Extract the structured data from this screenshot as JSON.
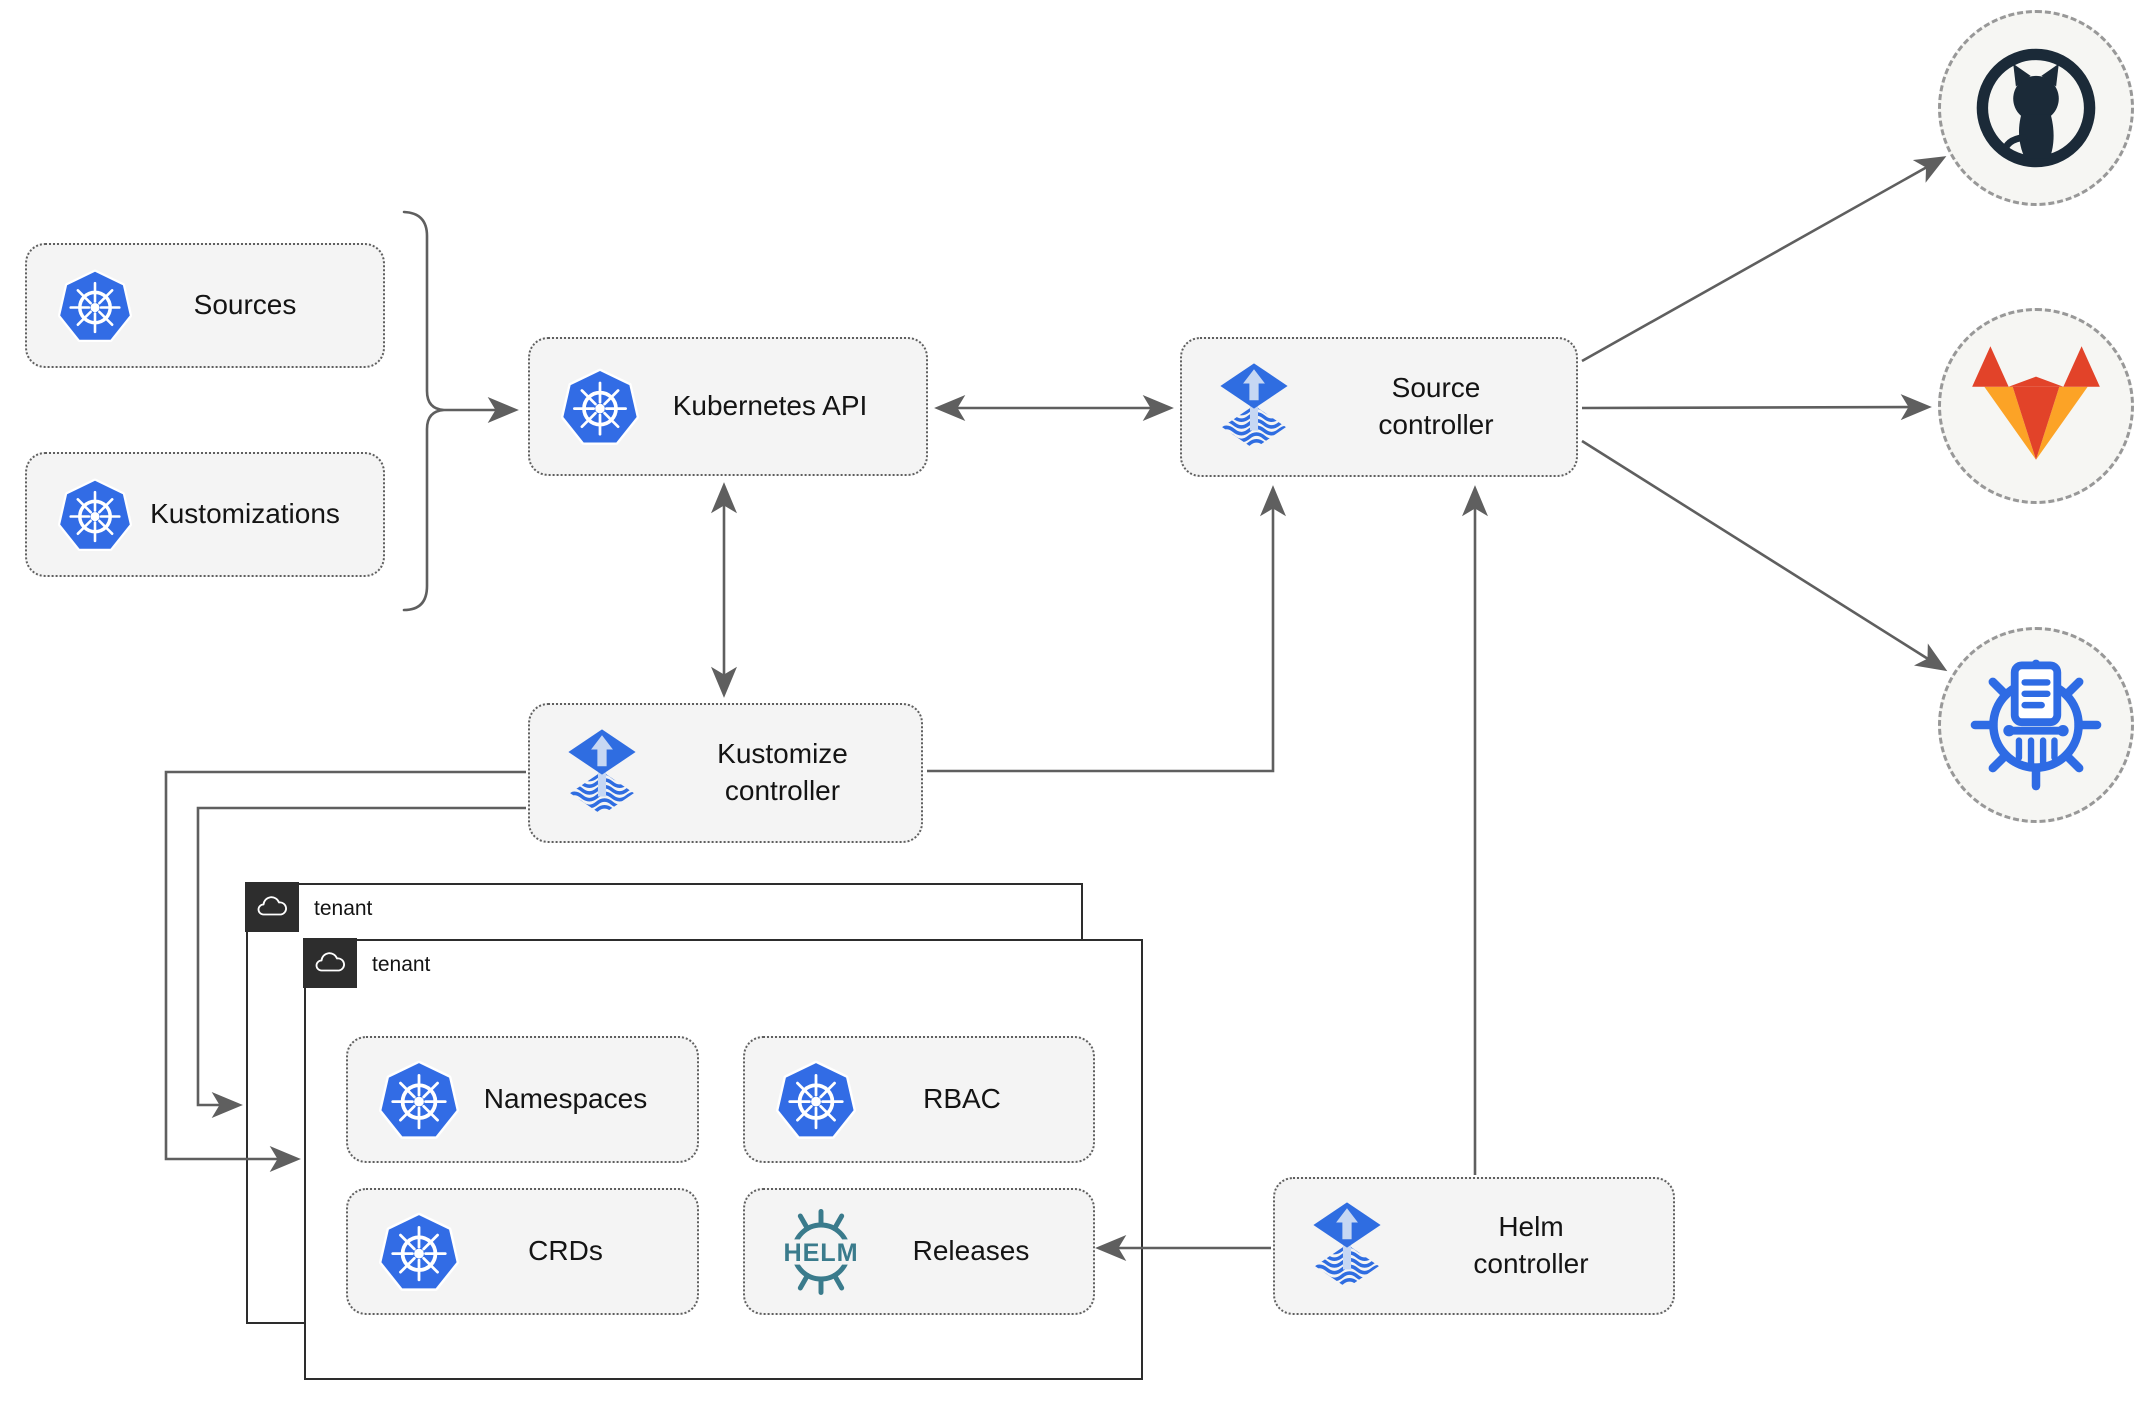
{
  "diagram": {
    "description": "Flux GitOps toolkit architecture diagram"
  },
  "nodes": {
    "sources": {
      "label": "Sources",
      "icon": "kubernetes-icon"
    },
    "kustomizations": {
      "label": "Kustomizations",
      "icon": "kubernetes-icon"
    },
    "kubernetes_api": {
      "label": "Kubernetes API",
      "icon": "kubernetes-icon"
    },
    "source_controller": {
      "label": "Source controller",
      "icon": "flux-icon"
    },
    "kustomize_controller": {
      "label": "Kustomize controller",
      "icon": "flux-icon"
    },
    "helm_controller": {
      "label": "Helm controller",
      "icon": "flux-icon"
    },
    "namespaces": {
      "label": "Namespaces",
      "icon": "kubernetes-icon"
    },
    "rbac": {
      "label": "RBAC",
      "icon": "kubernetes-icon"
    },
    "crds": {
      "label": "CRDs",
      "icon": "kubernetes-icon"
    },
    "releases": {
      "label": "Releases",
      "icon": "helm-icon",
      "icon_text": "HELM"
    }
  },
  "tenants": {
    "back": {
      "label": "tenant",
      "icon": "cloud-icon"
    },
    "front": {
      "label": "tenant",
      "icon": "cloud-icon"
    }
  },
  "external_targets": [
    {
      "name": "github",
      "icon": "github-icon"
    },
    {
      "name": "gitlab",
      "icon": "gitlab-icon"
    },
    {
      "name": "chartmuseum",
      "icon": "chartmuseum-icon"
    }
  ],
  "colors": {
    "kubernetes_blue": "#326ce5",
    "flux_blue": "#2f6de1",
    "flux_arrow_light": "#c6d7f3",
    "helm_teal": "#3a7b8c",
    "github_dark": "#1b2a38",
    "gitlab_red": "#e24329",
    "gitlab_orange": "#fc6d26",
    "gitlab_yellow": "#fca326",
    "chartmuseum_blue": "#2e6be4",
    "connector_gray": "#5f5f5f",
    "node_fill": "#f4f4f4",
    "tenant_border": "#2d2d2d"
  }
}
